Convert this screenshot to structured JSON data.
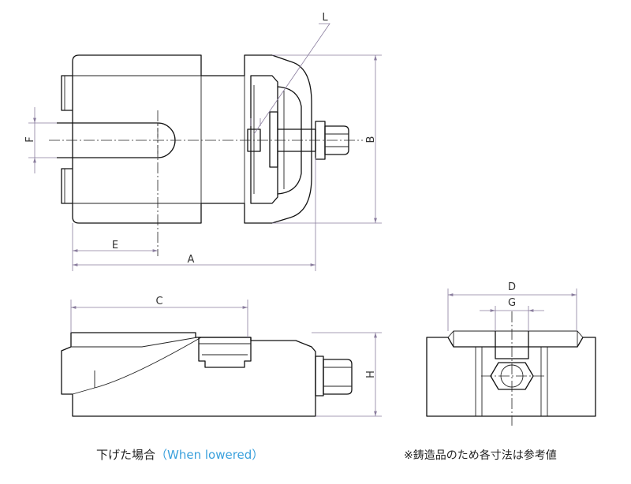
{
  "labels": {
    "A": "A",
    "B": "B",
    "C": "C",
    "D": "D",
    "E": "E",
    "F": "F",
    "G": "G",
    "H": "H",
    "L": "L"
  },
  "captions": {
    "lowered_ja": "下げた場合",
    "lowered_en": "（When lowered）",
    "note": "※鋳造品のため各寸法は参考値"
  },
  "colors": {
    "outline": "#111111",
    "dimension": "#8a7d9e",
    "caption_accent": "#3aa0dc"
  }
}
